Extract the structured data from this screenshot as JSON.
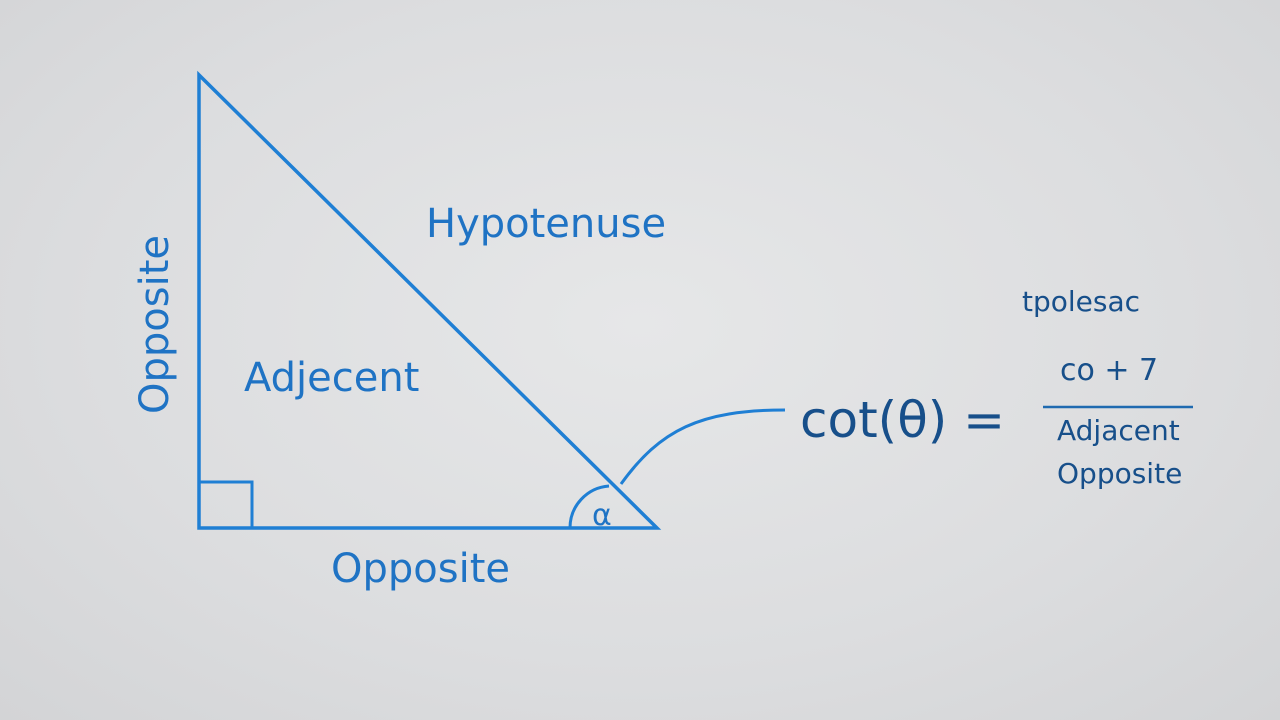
{
  "labels": {
    "hypotenuse": "Hypotenuse",
    "inside": "Adjecent",
    "left_side": "Opposite",
    "bottom_side": "Opposite",
    "angle": "α"
  },
  "formula": {
    "lhs": "cot(θ) =",
    "top_scribble": "tpolesac",
    "numerator_line1": "co + 7",
    "denominator_line1": "Adjacent",
    "denominator_line2": "Opposite"
  },
  "colors": {
    "line": "#1f7fd4",
    "text": "#1f73c4",
    "formula_text": "#174f8a",
    "background": "#dcdddf"
  }
}
